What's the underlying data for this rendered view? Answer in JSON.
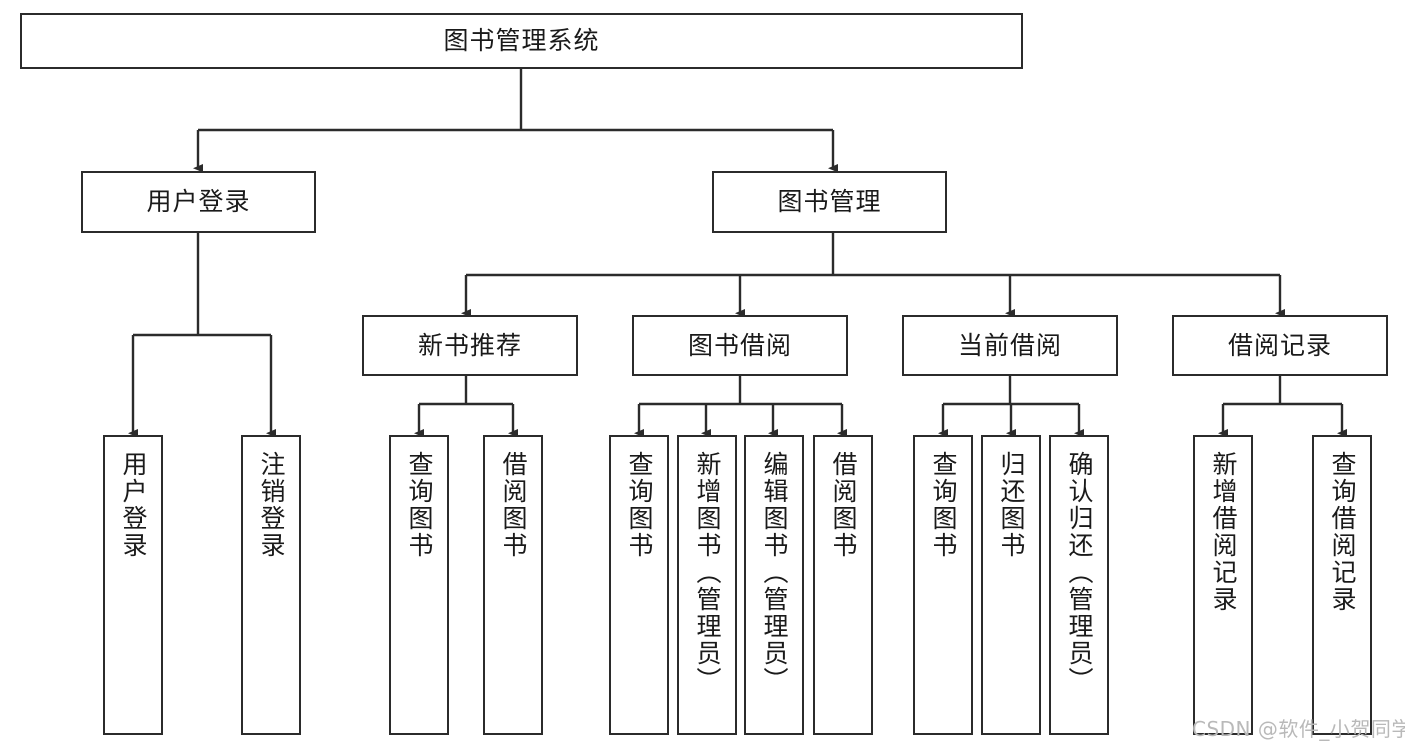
{
  "diagram": {
    "type": "hierarchy-tree",
    "title_node": {
      "label": "图书管理系统"
    },
    "level2": [
      {
        "id": "user-login",
        "label": "用户登录"
      },
      {
        "id": "book-manage",
        "label": "图书管理"
      }
    ],
    "level3": [
      {
        "id": "new-book-recommend",
        "label": "新书推荐"
      },
      {
        "id": "book-borrow",
        "label": "图书借阅"
      },
      {
        "id": "current-borrow",
        "label": "当前借阅"
      },
      {
        "id": "borrow-record",
        "label": "借阅记录"
      }
    ],
    "leaves": [
      {
        "id": "leaf-user-login",
        "label": "用户登录",
        "parent": "user-login"
      },
      {
        "id": "leaf-user-logout",
        "label": "注销登录",
        "parent": "user-login"
      },
      {
        "id": "leaf-query-book-1",
        "label": "查询图书",
        "parent": "new-book-recommend"
      },
      {
        "id": "leaf-borrow-book-1",
        "label": "借阅图书",
        "parent": "new-book-recommend"
      },
      {
        "id": "leaf-query-book-2",
        "label": "查询图书",
        "parent": "book-borrow"
      },
      {
        "id": "leaf-add-book",
        "label": "新增图书（管理员）",
        "parent": "book-borrow"
      },
      {
        "id": "leaf-edit-book",
        "label": "编辑图书（管理员）",
        "parent": "book-borrow"
      },
      {
        "id": "leaf-borrow-book-2",
        "label": "借阅图书",
        "parent": "book-borrow"
      },
      {
        "id": "leaf-query-book-3",
        "label": "查询图书",
        "parent": "current-borrow"
      },
      {
        "id": "leaf-return-book",
        "label": "归还图书",
        "parent": "current-borrow"
      },
      {
        "id": "leaf-confirm-return",
        "label": "确认归还（管理员）",
        "parent": "current-borrow"
      },
      {
        "id": "leaf-add-record",
        "label": "新增借阅记录",
        "parent": "borrow-record"
      },
      {
        "id": "leaf-query-record",
        "label": "查询借阅记录",
        "parent": "borrow-record"
      }
    ],
    "colors": {
      "stroke": "#2b2b2b",
      "fill": "#ffffff",
      "text": "#1a1a1a",
      "watermark": "#b9b9b9"
    }
  },
  "watermark": {
    "text": "CSDN @软件_小贺同学"
  }
}
